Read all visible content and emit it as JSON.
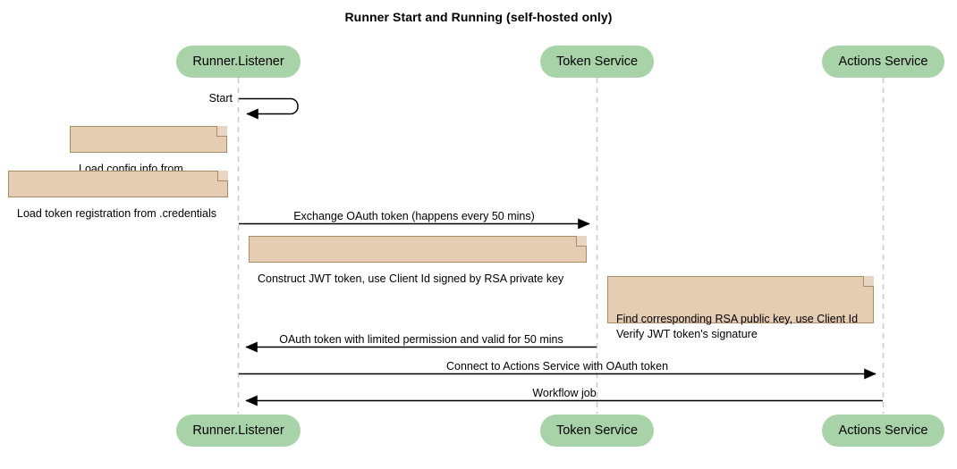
{
  "title": "Runner Start and Running (self-hosted only)",
  "colors": {
    "participant_fill": "#a8d3a8",
    "note_fill": "#e5cdb4",
    "note_border": "#ab8b63",
    "lifeline": "#cccccc",
    "line": "#000000",
    "background": "#ffffff"
  },
  "participants": [
    {
      "id": "runner",
      "label": "Runner.Listener"
    },
    {
      "id": "token",
      "label": "Token Service"
    },
    {
      "id": "actions",
      "label": "Actions Service"
    }
  ],
  "messages": [
    {
      "label": "Start",
      "from": "runner",
      "to": "runner",
      "kind": "self",
      "arrow": "solid"
    },
    {
      "label": "Exchange OAuth token (happens every 50 mins)",
      "from": "runner",
      "to": "token",
      "kind": "forward",
      "arrow": "solid"
    },
    {
      "label": "OAuth token with limited permission and valid for 50 mins",
      "from": "token",
      "to": "runner",
      "kind": "reverse",
      "arrow": "solid"
    },
    {
      "label": "Connect to Actions Service with OAuth token",
      "from": "runner",
      "to": "actions",
      "kind": "forward",
      "arrow": "solid"
    },
    {
      "label": "Workflow job",
      "from": "actions",
      "to": "runner",
      "kind": "reverse",
      "arrow": "solid"
    }
  ],
  "notes": [
    {
      "id": "note-load-config",
      "text": "Load config info from .runner"
    },
    {
      "id": "note-load-token",
      "text": "Load token registration from .credentials"
    },
    {
      "id": "note-construct-jwt",
      "text": "Construct JWT token, use Client Id signed by RSA private key"
    },
    {
      "id": "note-verify-jwt",
      "text": "Find corresponding RSA public key, use Client Id\nVerify JWT token's signature"
    }
  ]
}
